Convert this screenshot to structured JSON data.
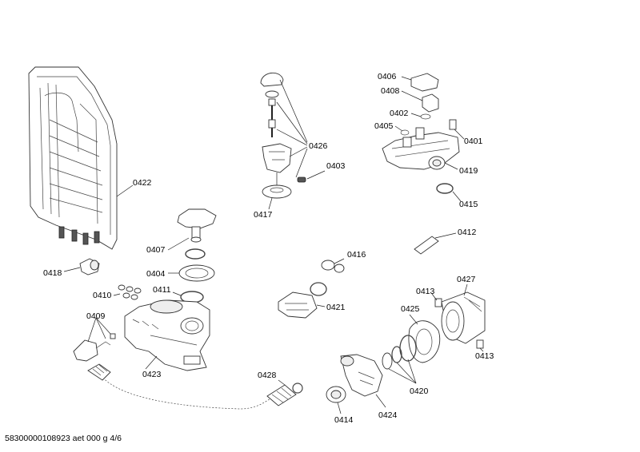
{
  "labels": {
    "p0406": "0406",
    "p0408": "0408",
    "p0402": "0402",
    "p0405": "0405",
    "p0401": "0401",
    "p0419": "0419",
    "p0415": "0415",
    "p0426": "0426",
    "p0403": "0403",
    "p0417": "0417",
    "p0422": "0422",
    "p0418": "0418",
    "p0407": "0407",
    "p0404": "0404",
    "p0411": "0411",
    "p0410": "0410",
    "p0409": "0409",
    "p0423": "0423",
    "p0412": "0412",
    "p0416": "0416",
    "p0421": "0421",
    "p0413a": "0413",
    "p0427": "0427",
    "p0425": "0425",
    "p0413b": "0413",
    "p0420": "0420",
    "p0428": "0428",
    "p0414": "0414",
    "p0424": "0424"
  },
  "footer": "58300000108923 aet 000 g 4/6"
}
